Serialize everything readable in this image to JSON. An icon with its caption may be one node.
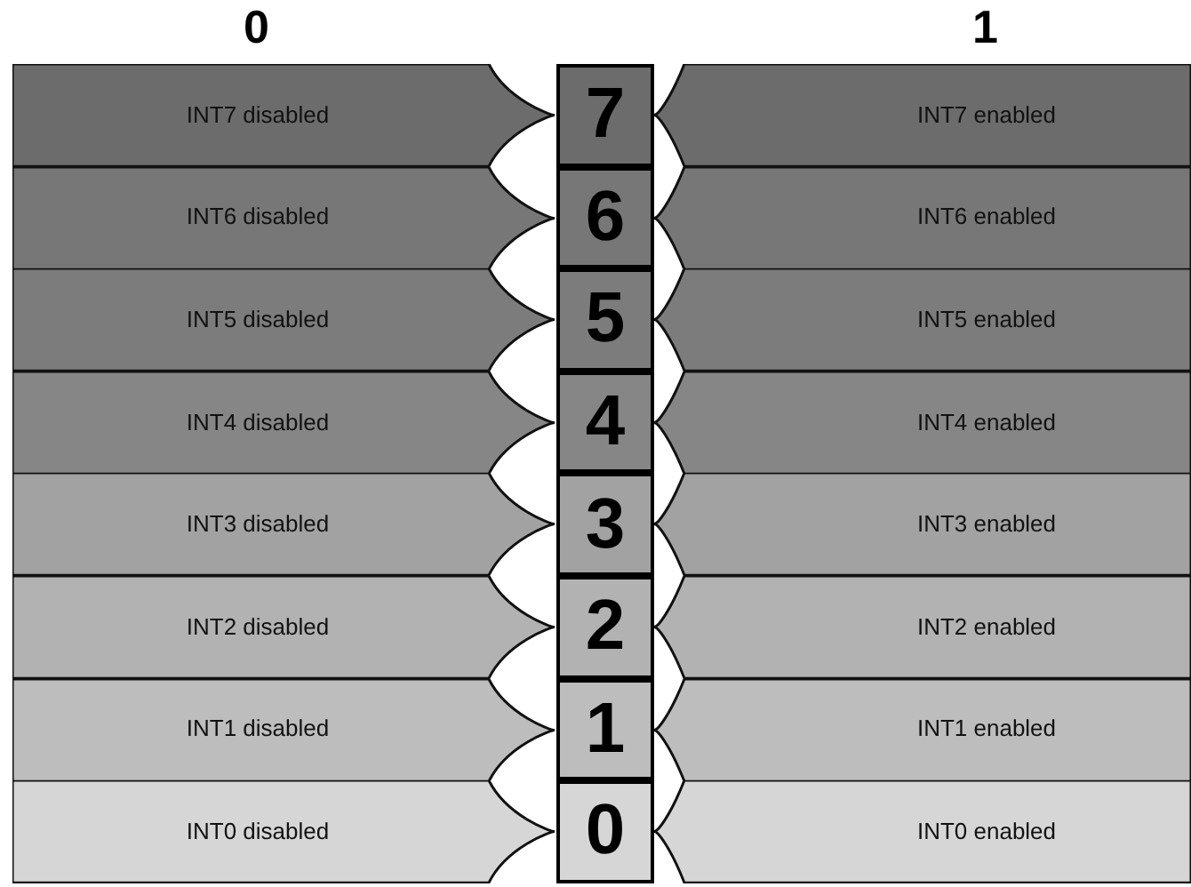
{
  "diagram": {
    "nodes": [
      {
        "text": [
          "INT7 disabled"
        ]
      },
      {
        "text": [
          "7"
        ]
      },
      {
        "text": [
          "INT7 enabled"
        ]
      },
      {
        "text": [
          "INT6 disabled"
        ]
      },
      {
        "text": [
          "6"
        ]
      },
      {
        "text": [
          "INT6 enabled"
        ]
      },
      {
        "text": [
          "INT5 disabled"
        ]
      },
      {
        "text": [
          "5"
        ]
      },
      {
        "text": [
          "INT5 enabled"
        ]
      },
      {
        "text": [
          "INT4 disabled"
        ]
      },
      {
        "text": [
          "4"
        ]
      },
      {
        "text": [
          "INT4 enabled"
        ]
      },
      {
        "text": [
          "INT3 disabled"
        ]
      },
      {
        "text": [
          "3"
        ]
      },
      {
        "text": [
          "INT3 enabled"
        ]
      },
      {
        "text": [
          "INT2 disabled"
        ]
      },
      {
        "text": [
          "2"
        ]
      },
      {
        "text": [
          "INT2 enabled"
        ]
      },
      {
        "text": [
          "INT1 disabled"
        ]
      },
      {
        "text": [
          "1"
        ]
      },
      {
        "text": [
          "INT1 enabled"
        ]
      },
      {
        "text": [
          "INT0 disabled"
        ]
      },
      {
        "text": [
          "0"
        ]
      },
      {
        "text": [
          "INT0 enabled"
        ]
      }
    ],
    "labels": [
      "0",
      "1"
    ]
  }
}
